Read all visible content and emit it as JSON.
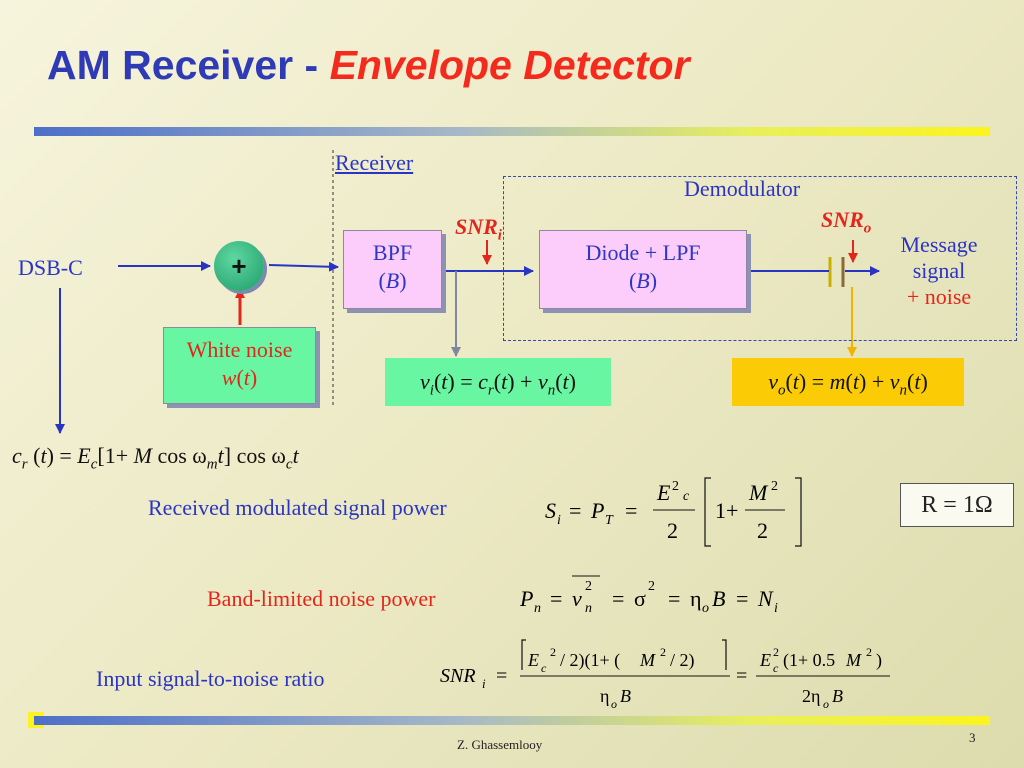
{
  "title": {
    "main": "AM Receiver - ",
    "accent": "Envelope Detector"
  },
  "diagram": {
    "receiver_label": "Receiver",
    "demodulator_label": "Demodulator",
    "input_label": "DSB-C",
    "adder_symbol": "+",
    "noise_block": {
      "line1": "White noise",
      "line2": "w(t)"
    },
    "bpf_block": {
      "line1": "BPF",
      "line2": "(B)"
    },
    "diode_block": {
      "line1": "Diode + LPF",
      "line2": "(B)"
    },
    "snr_i": {
      "base": "SNR",
      "sub": "i"
    },
    "snr_o": {
      "base": "SNR",
      "sub": "o"
    },
    "output_label": {
      "line1": "Message",
      "line2": "signal",
      "line3": "+ noise"
    },
    "vi_eq": "v_i(t) = c_r(t) + v_n(t)",
    "vo_eq": "v_o(t) = m(t) + v_n(t)"
  },
  "equations": {
    "cr": "c_r(t) = E_c[1 + M cos ω_m t] cos ω_c t",
    "received_power_label": "Received modulated signal power",
    "received_power": "S_i = P_T = (E_c^2/2)[1 + M^2/2]",
    "noise_power_label": "Band-limited noise power",
    "noise_power": "P_n = v_n^2 = σ^2 = η_o B = N_i",
    "snr_label": "Input signal-to-noise ratio",
    "snr_eq": "SNR_i = [(E_c^2/2)(1 + (M^2/2))]/(η_o B) = E_c^2(1 + 0.5M^2)/(2η_o B)",
    "resistance": "R = 1Ω"
  },
  "footer": {
    "author": "Z. Ghassemlooy",
    "page": "3"
  },
  "colors": {
    "title": "#2e3ab6",
    "accent": "#f42a1c",
    "bpf": "#fccdfb",
    "noise_box": "#69f6a3",
    "output_box": "#fbcc05"
  }
}
